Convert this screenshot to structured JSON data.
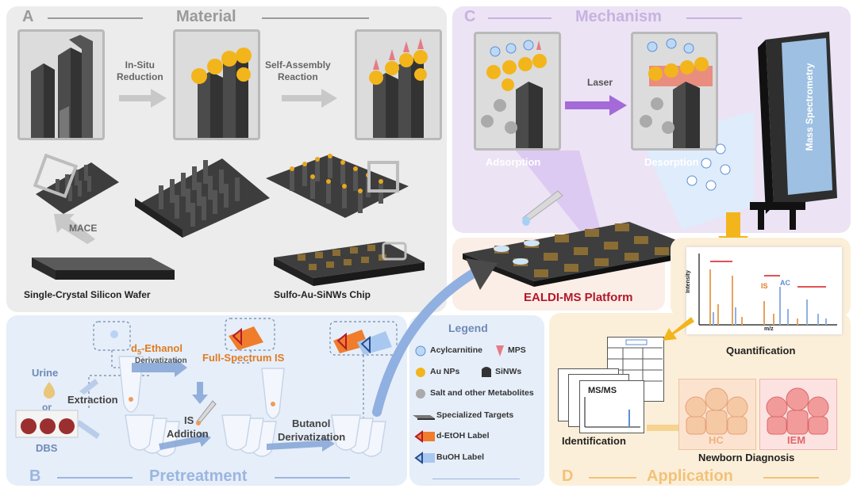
{
  "panels": {
    "a": {
      "letter": "A",
      "title": "Material"
    },
    "b": {
      "letter": "B",
      "title": "Pretreatment"
    },
    "c": {
      "letter": "C",
      "title": "Mechanism"
    },
    "d": {
      "letter": "D",
      "title": "Application"
    }
  },
  "material": {
    "step1": "In-Situ\nReduction",
    "step2": "Self-Assembly\nReaction",
    "mace": "MACE",
    "wafer": "Single-Crystal Silicon Wafer",
    "chip": "Sulfo-Au-SiNWs Chip"
  },
  "mechanism": {
    "laser": "Laser",
    "adsorption": "Adsorption",
    "desorption": "Desorption",
    "instrument": "Mass Spectrometry"
  },
  "platform": {
    "label": "EALDI-MS Platform"
  },
  "pretreatment": {
    "urine": "Urine",
    "or": "or",
    "dbs": "DBS",
    "extraction": "Extraction",
    "ethanol_prefix": "d",
    "ethanol_sub": "5",
    "ethanol_suffix": "-Ethanol",
    "derivatization": "Derivatization",
    "full_spectrum": "Full-Spectrum IS",
    "is": "IS",
    "addition": "Addition",
    "butanol": "Butanol",
    "butanol_deriv": "Derivatization"
  },
  "legend": {
    "title": "Legend",
    "acylcarnitine": "Acylcarnitine",
    "mps": "MPS",
    "au": "Au NPs",
    "sinws": "SiNWs",
    "salt": "Salt and other Metabolites",
    "targets": "Specialized Targets",
    "detoh": "d-EtOH Label",
    "buoh": "BuOH Label"
  },
  "application": {
    "quantification": "Quantification",
    "identification": "Identification",
    "msms": "MS/MS",
    "newborn": "Newborn Diagnosis",
    "hc": "HC",
    "iem": "IEM",
    "spectrum_is": "IS",
    "spectrum_ac": "AC",
    "ylabel": "Intensity",
    "xlabel": "m/z"
  },
  "colors": {
    "panel_a": "#ececec",
    "panel_b": "#e6eef9",
    "panel_c": "#ece3f4",
    "panel_d": "#fcefd9",
    "platform": "#fbeee6",
    "accent_red": "#b2182b",
    "accent_orange": "#e07b21",
    "accent_blue": "#5b8fd6"
  }
}
